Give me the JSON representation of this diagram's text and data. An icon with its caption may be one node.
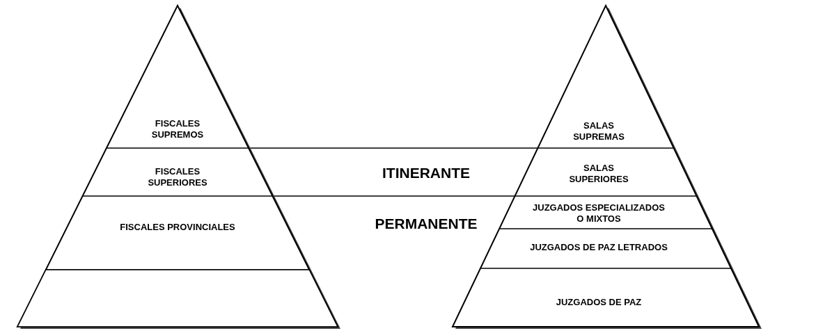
{
  "diagram": {
    "nodes": [
      {
        "text": [],
        "shape": "triangle"
      },
      {
        "text": [
          "FISCALES SUPREMOS"
        ],
        "in": 0
      },
      {
        "text": [
          "FISCALES SUPERIORES"
        ],
        "in": 0
      },
      {
        "text": [
          "FISCALES PROVINCIALES"
        ],
        "in": 0
      },
      {
        "text": [],
        "shape": "band",
        "in": 0
      },
      {
        "text": [],
        "shape": "triangle"
      },
      {
        "text": [
          "SALAS SUPREMAS"
        ],
        "in": 5
      },
      {
        "text": [
          "SALAS SUPERIORES"
        ],
        "in": 5
      },
      {
        "text": [
          "JUZGADOS ESPECIALIZADOS O MIXTOS"
        ],
        "in": 5
      },
      {
        "text": [
          "JUZGADOS DE PAZ LETRADOS"
        ],
        "in": 5
      },
      {
        "text": [
          "JUZGADOS DE PAZ"
        ],
        "in": 5
      }
    ],
    "edges": [],
    "labels": [
      "ITINERANTE",
      "PERMANENTE"
    ]
  }
}
